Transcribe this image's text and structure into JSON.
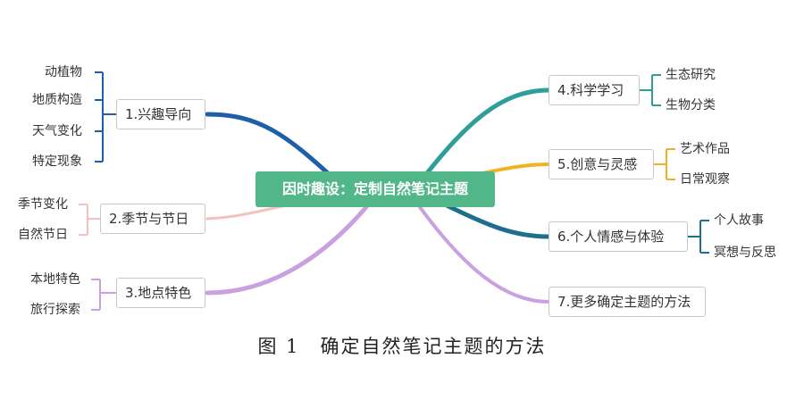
{
  "central_topic": "因时趣设：定制自然笔记主题",
  "branches": [
    {
      "label": "1.兴趣导向",
      "color": "#1d5fa8",
      "children": [
        "动植物",
        "地质构造",
        "天气变化",
        "特定现象"
      ]
    },
    {
      "label": "2.季节与节日",
      "color": "#f4c2bd",
      "children": [
        "季节变化",
        "自然节日"
      ]
    },
    {
      "label": "3.地点特色",
      "color": "#c9a0e0",
      "children": [
        "本地特色",
        "旅行探索"
      ]
    },
    {
      "label": "4.科学学习",
      "color": "#2f9e9a",
      "children": [
        "生态研究",
        "生物分类"
      ]
    },
    {
      "label": "5.创意与灵感",
      "color": "#efb321",
      "children": [
        "艺术作品",
        "日常观察"
      ]
    },
    {
      "label": "6.个人情感与体验",
      "color": "#1e6f8c",
      "children": [
        "个人故事",
        "冥想与反思"
      ]
    },
    {
      "label": "7.更多确定主题的方法",
      "color": "#c9a0e0",
      "children": []
    }
  ],
  "caption": "图 1　确定自然笔记主题的方法"
}
